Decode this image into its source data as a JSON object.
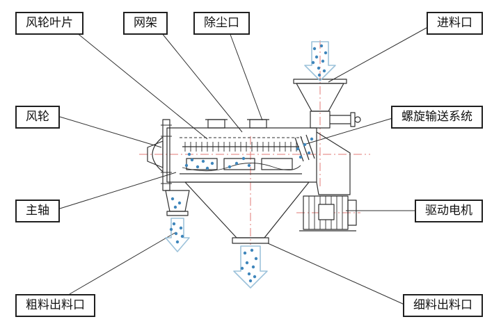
{
  "figure": {
    "labels": {
      "blade": "风轮叶片",
      "mesh_frame": "网架",
      "dust_port": "除尘口",
      "feed_inlet": "进料口",
      "wind_wheel": "风轮",
      "screw_conveyor": "螺旋输送系统",
      "main_shaft": "主轴",
      "drive_motor": "驱动电机",
      "coarse_outlet": "粗料出料口",
      "fine_outlet": "细料出料口"
    },
    "colors": {
      "background-color": "#ffffff",
      "label-border-color": "#1f1f1f",
      "line-color": "#2e2e2e",
      "centerline-color": "#e07a74",
      "particle-color": "#3f86bb",
      "arrow-outline-color": "#9cc2da"
    }
  }
}
